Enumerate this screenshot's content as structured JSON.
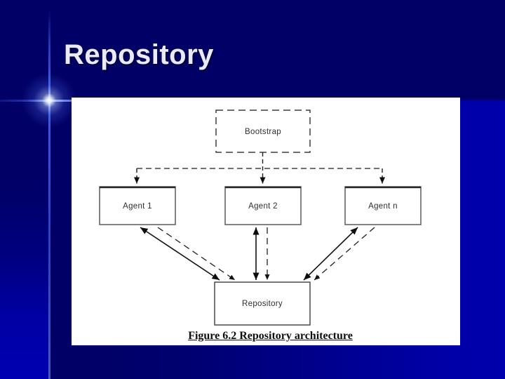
{
  "slide": {
    "title": "Repository"
  },
  "diagram": {
    "bootstrap_label": "Bootstrap",
    "agents": [
      {
        "label": "Agent 1"
      },
      {
        "label": "Agent 2"
      },
      {
        "label": "Agent n"
      }
    ],
    "repository_label": "Repository",
    "caption": "Figure 6.2 Repository architecture"
  },
  "colors": {
    "slide_background_dark": "#000066",
    "slide_background_bright": "#0000a8",
    "flare_blue": "#4d6cff",
    "title_text": "#e9e9f7",
    "panel_background": "#ffffff",
    "diagram_ink": "#1a1a1a"
  }
}
